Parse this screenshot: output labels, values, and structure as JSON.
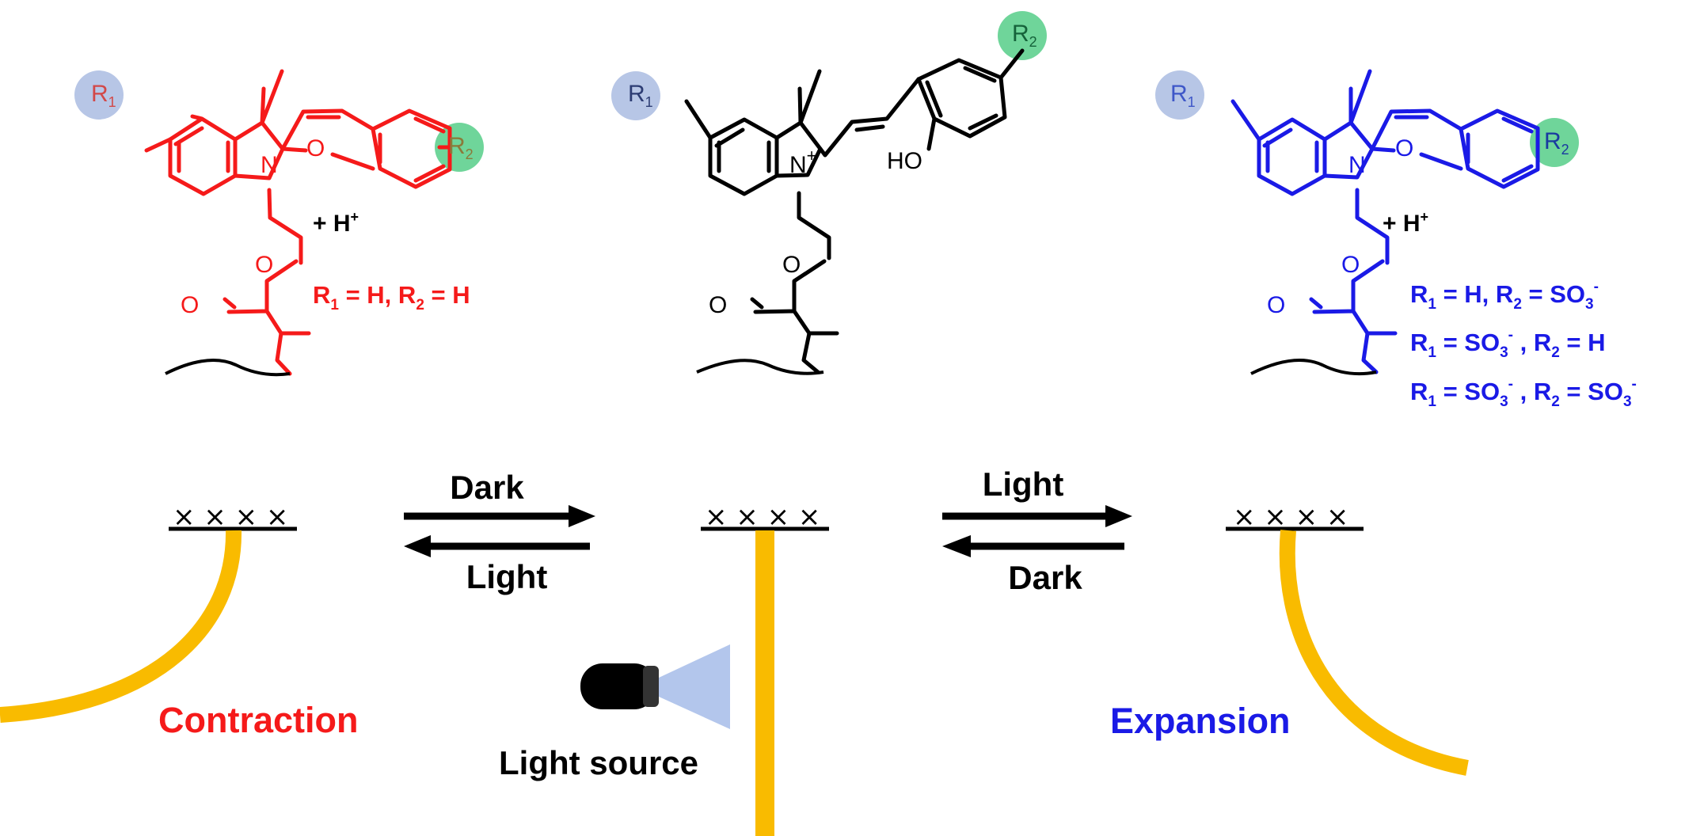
{
  "colors": {
    "red": "#f51a1a",
    "black": "#000000",
    "blue": "#1a1ae6",
    "cantilever": "#f9bb00",
    "r1_highlight": "#b7c6e6",
    "r2_highlight": "#6fd59a",
    "light_cone": "#b3c6ec"
  },
  "structures": {
    "left": {
      "r1": "R",
      "r1_sub": "1",
      "r2": "R",
      "r2_sub": "2",
      "n": "N",
      "o_ring": "O",
      "o_ester": "O",
      "o_carbonyl": "O",
      "plus_h": "+ H",
      "plus_h_sup": "+",
      "sub1": {
        "p1": "R",
        "s1": "1",
        "p2": " = H, R",
        "s2": "2",
        "p3": " = H"
      }
    },
    "middle": {
      "r1": "R",
      "r1_sub": "1",
      "r2": "R",
      "r2_sub": "2",
      "n": "N",
      "n_plus": "+",
      "ho": "HO",
      "o_ester": "O",
      "o_carbonyl": "O"
    },
    "right": {
      "r1": "R",
      "r1_sub": "1",
      "r2": "R",
      "r2_sub": "2",
      "n": "N",
      "o_ring": "O",
      "o_ester": "O",
      "o_carbonyl": "O",
      "plus_h": "+ H",
      "plus_h_sup": "+",
      "sub1": {
        "p1": "R",
        "s1": "1",
        "p2": " = H, R",
        "s2": "2",
        "p3": " = SO",
        "s3": "3",
        "p4": "-"
      },
      "sub2": {
        "p1": "R",
        "s1": "1",
        "p2": " = SO",
        "s2": "3",
        "p3": "-",
        "p4": " , R",
        "s4": "2",
        "p5": " = H"
      },
      "sub3": {
        "p1": "R",
        "s1": "1",
        "p2": " = SO",
        "s2": "3",
        "p3": "-",
        "p4": " , R",
        "s4": "2",
        "p5": " = SO",
        "s5": "3",
        "p6": "-"
      }
    }
  },
  "surface_marks": "× × ×  ×",
  "equilibria": {
    "left": {
      "top": "Dark",
      "bottom": "Light"
    },
    "right": {
      "top": "Light",
      "bottom": "Dark"
    }
  },
  "labels": {
    "contraction": "Contraction",
    "expansion": "Expansion",
    "light_source": "Light source"
  }
}
